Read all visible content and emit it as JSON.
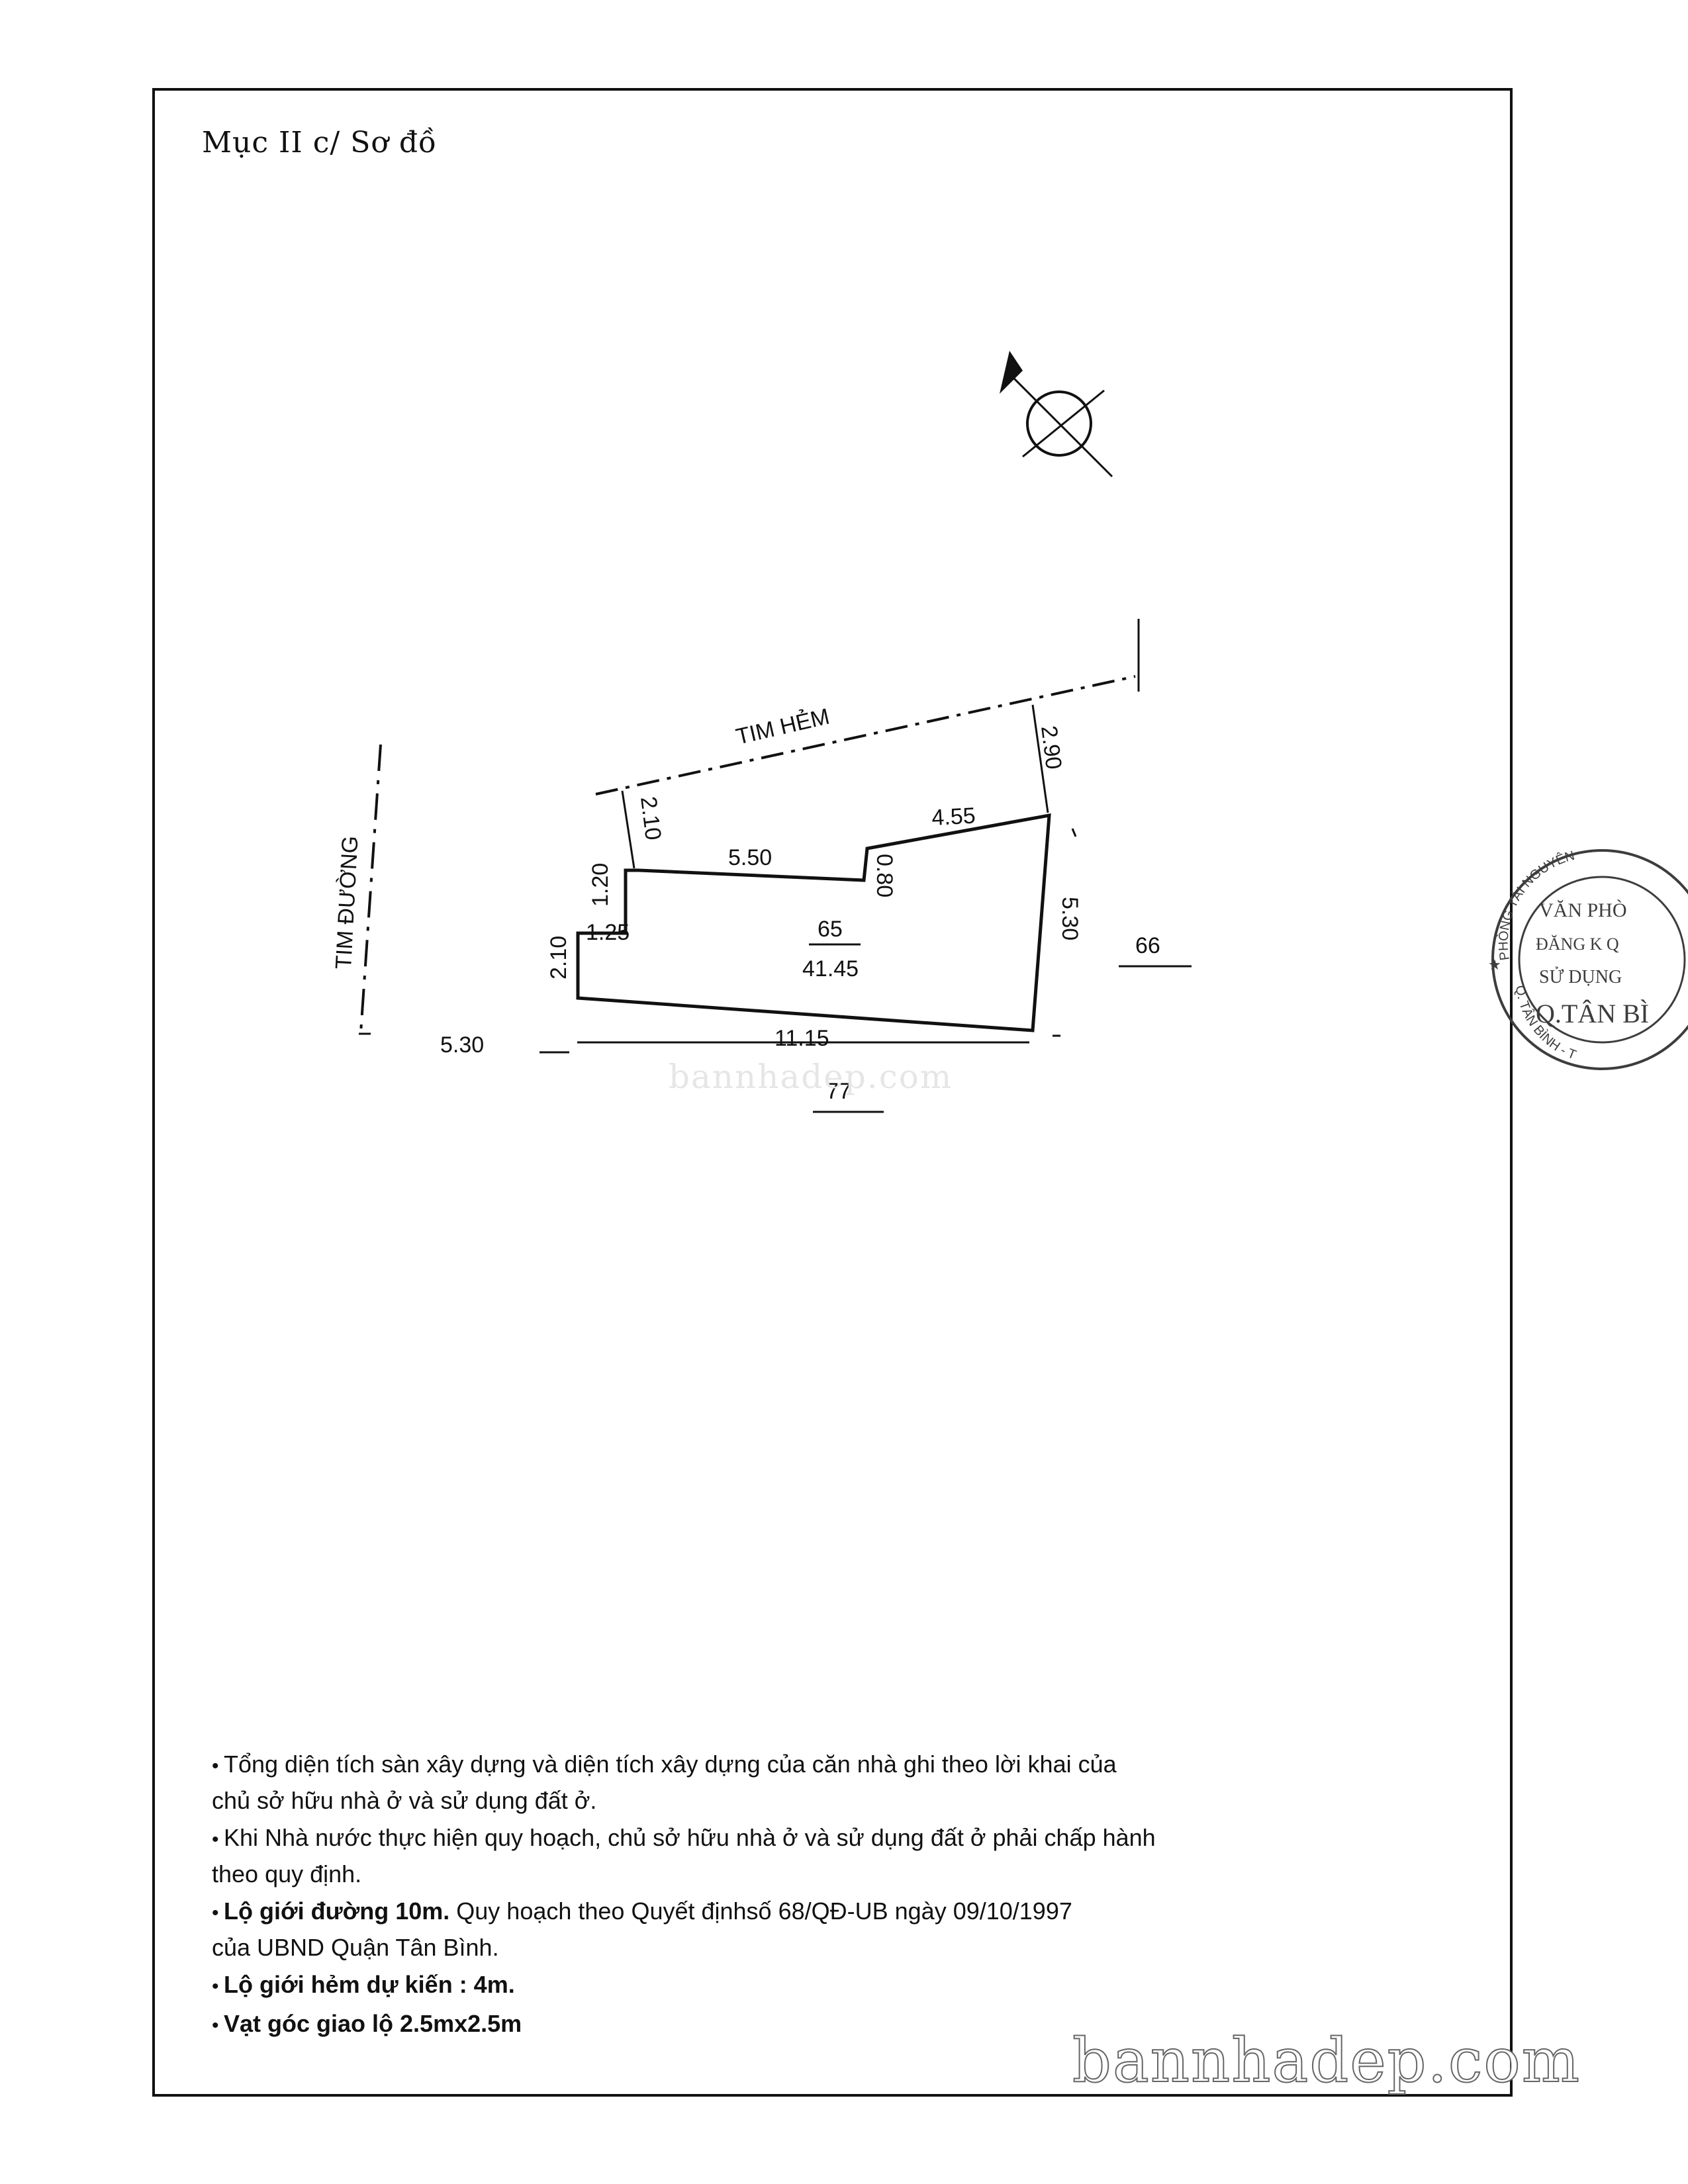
{
  "heading": "Mục II c/ Sơ đồ",
  "plan": {
    "street_label": "TIM ĐƯỜNG",
    "alley_label": "TIM HẺM",
    "lot_number": "65",
    "lot_area": "41.45",
    "neighbor_right": "66",
    "neighbor_bottom": "77",
    "dimensions": {
      "d_2_10_top": "2.10",
      "d_2_90": "2.90",
      "d_4_55": "4.55",
      "d_5_50": "5.50",
      "d_0_80": "0.80",
      "d_1_20": "1.20",
      "d_1_25": "1.25",
      "d_2_10_left": "2.10",
      "d_5_30_right": "5.30",
      "d_11_15": "11.15",
      "d_5_30_bottom": "5.30"
    }
  },
  "notes": {
    "n1": "Tổng diện tích sàn xây dựng và diện tích xây dựng của căn nhà ghi theo lời khai của\nchủ sở hữu nhà ở và sử dụng đất ở.",
    "n2": "Khi Nhà nước thực hiện quy hoạch, chủ sở hữu nhà ở và sử dụng đất ở phải chấp hành\ntheo quy định.",
    "n3_bold": "Lộ giới đường 10m.",
    "n3_rest": " Quy hoạch theo Quyết địnhsố 68/QĐ-UB ngày 09/10/1997\ncủa UBND Quận Tân Bình.",
    "n4": "Lộ giới hẻm dự kiến : 4m.",
    "n5": "Vạt góc giao lộ 2.5mx2.5m"
  },
  "stamp": {
    "arc_text": "PHÒNG TÀI NGUYÊN",
    "line1": "VĂN PHÒ",
    "line2": "ĐĂNG K  Q",
    "line3": "SỬ DỤNG",
    "line4": "Q.TÂN BÌ",
    "bottom_text": "Q. TÂN BÌNH - T"
  },
  "watermarks": {
    "center": "bannhadep.com",
    "footer": "bannhadep.com"
  }
}
